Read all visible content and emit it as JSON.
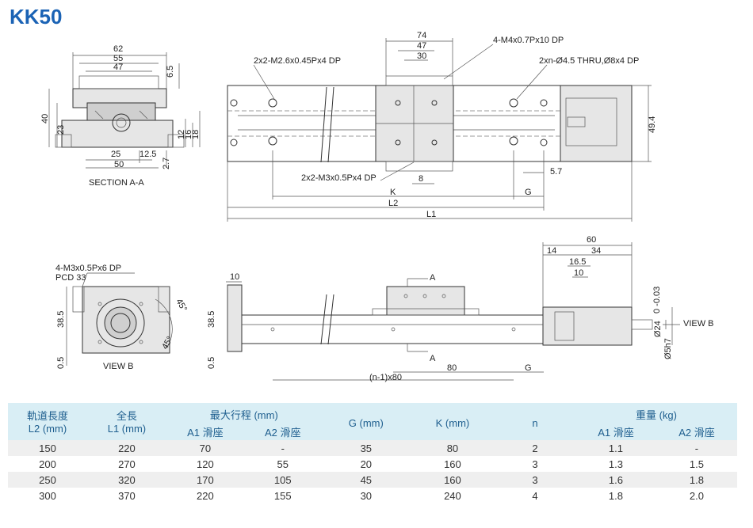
{
  "title": "KK50",
  "labels": {
    "section": "SECTION A-A",
    "viewb": "VIEW B",
    "viewb_arrow": "VIEW B",
    "hole_m26": "2x2-M2.6x0.45Px4 DP",
    "hole_m4": "4-M4x0.7Px10 DP",
    "hole_thru": "2xn-Ø4.5 THRU,Ø8x4 DP",
    "hole_m3": "2x2-M3x0.5Px4 DP",
    "hole_m3_view": "4-M3x0.5Px6 DP",
    "pcd": "PCD 33",
    "angle45a": "45°",
    "angle45b": "45°",
    "d_62": "62",
    "d_55": "55",
    "d_47a": "47",
    "d_65": "6.5",
    "d_40": "40",
    "d_23": "23",
    "d_25": "25",
    "d_125": "12.5",
    "d_50": "50",
    "d_27": "2.7",
    "d_12": "12",
    "d_16": "16",
    "d_18": "18",
    "d_74": "74",
    "d_47b": "47",
    "d_30": "30",
    "d_494": "49.4",
    "d_57": "5.7",
    "d_8": "8",
    "d_K": "K",
    "d_G": "G",
    "d_L2": "L2",
    "d_L1": "L1",
    "d_385a": "38.5",
    "d_05a": "0.5",
    "d_10a": "10",
    "d_385b": "38.5",
    "d_05b": "0.5",
    "d_60": "60",
    "d_14": "14",
    "d_34": "34",
    "d_165": "16.5",
    "d_10b": "10",
    "d_phi24": "Ø24",
    "d_tol": "0 -0.03",
    "d_phi5": "Ø5h7",
    "d_A1": "A",
    "d_A2": "A",
    "d_n80": "(n-1)x80",
    "d_80": "80",
    "d_G2": "G"
  },
  "table": {
    "headers": {
      "rail_len": "軌道長度",
      "rail_len_unit": "L2 (mm)",
      "full_len": "全長",
      "full_len_unit": "L1 (mm)",
      "stroke": "最大行程 (mm)",
      "a1": "A1 滑座",
      "a2": "A2 滑座",
      "g": "G (mm)",
      "k": "K (mm)",
      "n": "n",
      "weight": "重量 (kg)",
      "wa1": "A1 滑座",
      "wa2": "A2 滑座"
    },
    "rows": [
      {
        "l2": "150",
        "l1": "220",
        "s1": "70",
        "s2": "-",
        "g": "35",
        "k": "80",
        "n": "2",
        "w1": "1.1",
        "w2": "-"
      },
      {
        "l2": "200",
        "l1": "270",
        "s1": "120",
        "s2": "55",
        "g": "20",
        "k": "160",
        "n": "3",
        "w1": "1.3",
        "w2": "1.5"
      },
      {
        "l2": "250",
        "l1": "320",
        "s1": "170",
        "s2": "105",
        "g": "45",
        "k": "160",
        "n": "3",
        "w1": "1.6",
        "w2": "1.8"
      },
      {
        "l2": "300",
        "l1": "370",
        "s1": "220",
        "s2": "155",
        "g": "30",
        "k": "240",
        "n": "4",
        "w1": "1.8",
        "w2": "2.0"
      }
    ]
  }
}
